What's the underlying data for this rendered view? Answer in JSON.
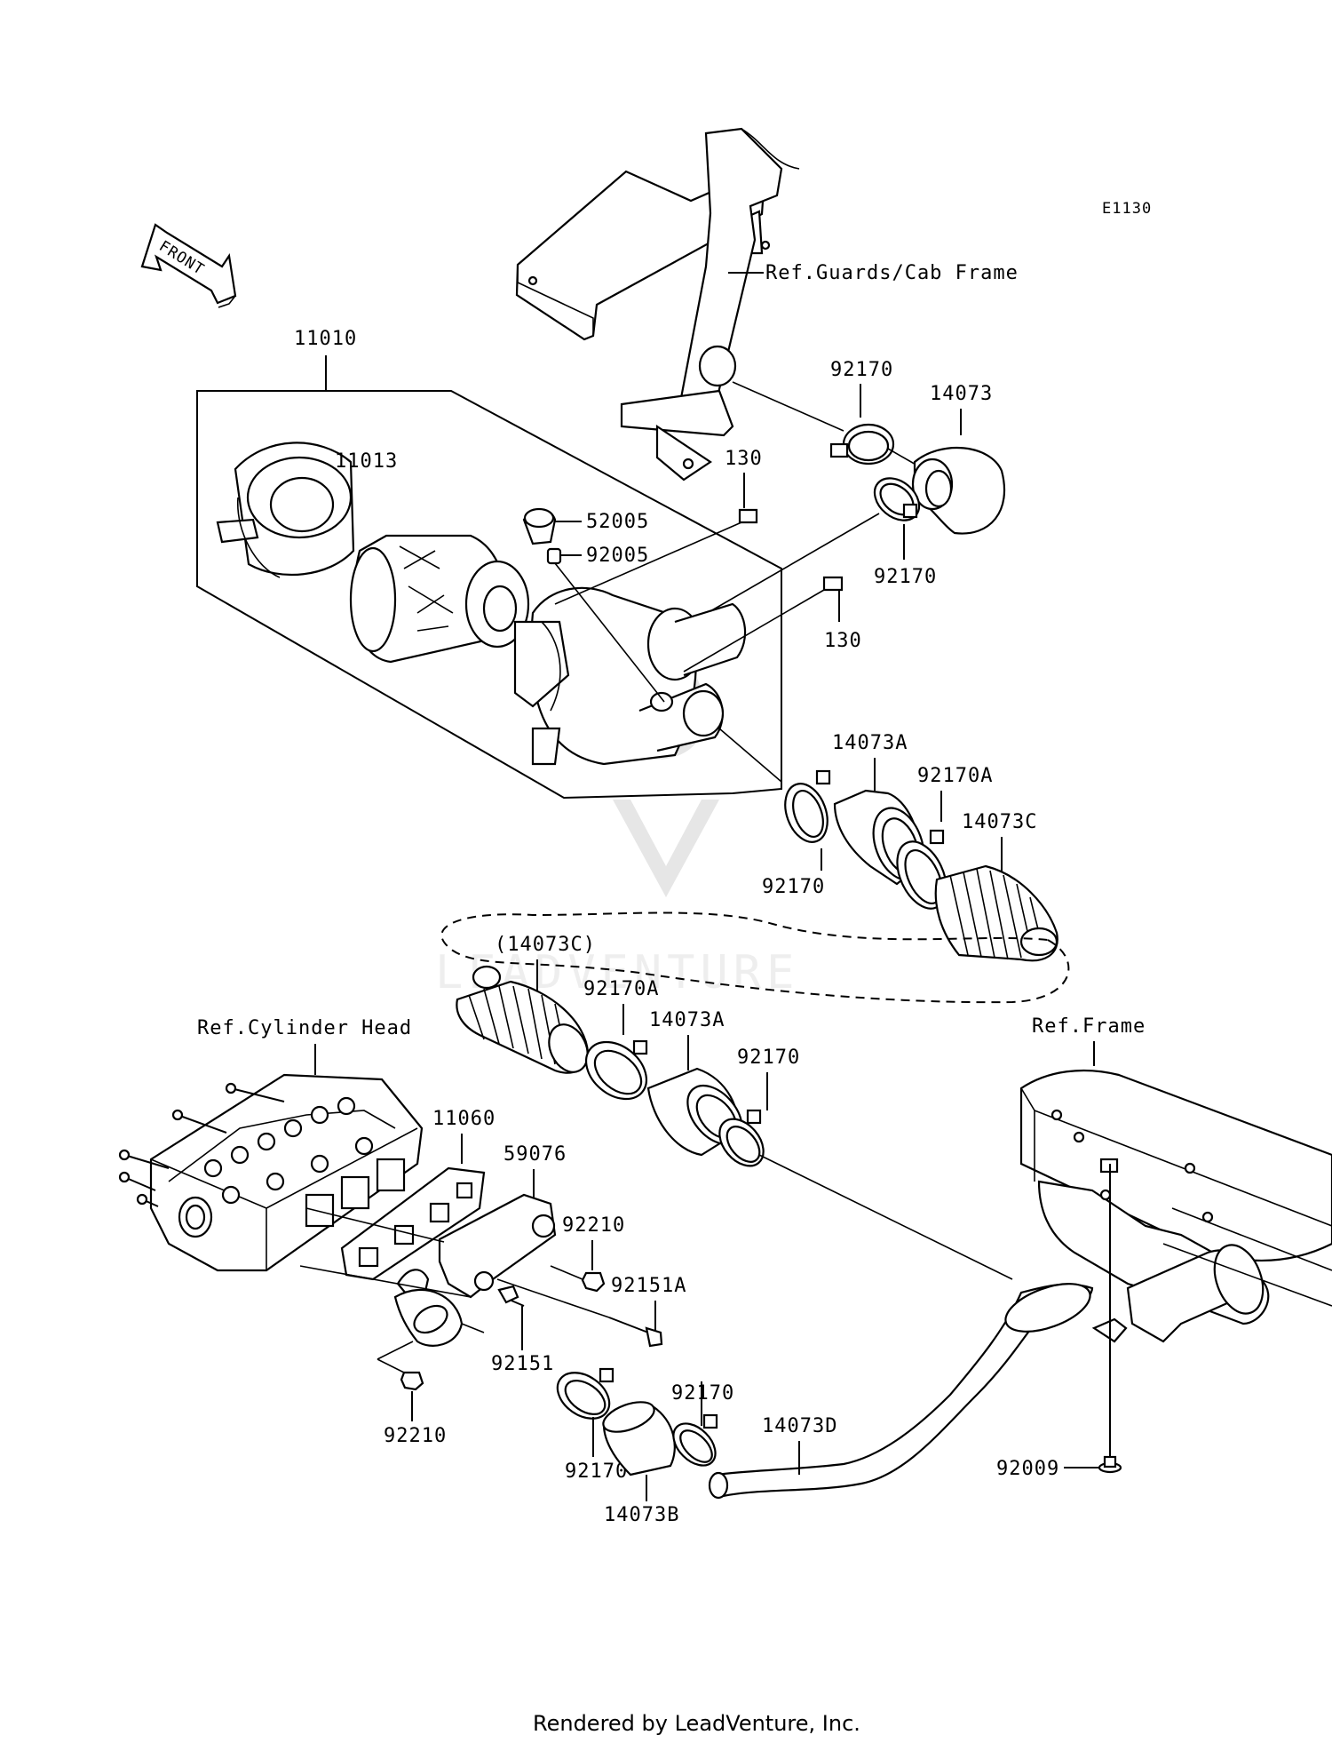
{
  "diagram": {
    "code": "E1130",
    "front_label": "FRONT",
    "footer": "Rendered by LeadVenture, Inc.",
    "watermark": "LEADVENTURE",
    "references": {
      "guards_cab_frame": "Ref.Guards/Cab Frame",
      "cylinder_head": "Ref.Cylinder Head",
      "frame": "Ref.Frame"
    },
    "parts": {
      "p11010": "11010",
      "p11013": "11013",
      "p52005": "52005",
      "p92005": "92005",
      "p130a": "130",
      "p130b": "130",
      "p92170_top": "92170",
      "p14073": "14073",
      "p92170_mid": "92170",
      "p14073A_top": "14073A",
      "p92170A_top": "92170A",
      "p14073C": "14073C",
      "p92170_left": "92170",
      "p14073C_ref": "(14073C)",
      "p92170A_bot": "92170A",
      "p14073A_bot": "14073A",
      "p92170_bot": "92170",
      "p11060": "11060",
      "p59076": "59076",
      "p92210_a": "92210",
      "p92151A": "92151A",
      "p92151": "92151",
      "p92210_b": "92210",
      "p92170_lower1": "92170",
      "p92170_lower2": "92170",
      "p14073B": "14073B",
      "p14073D": "14073D",
      "p92009": "92009"
    }
  }
}
